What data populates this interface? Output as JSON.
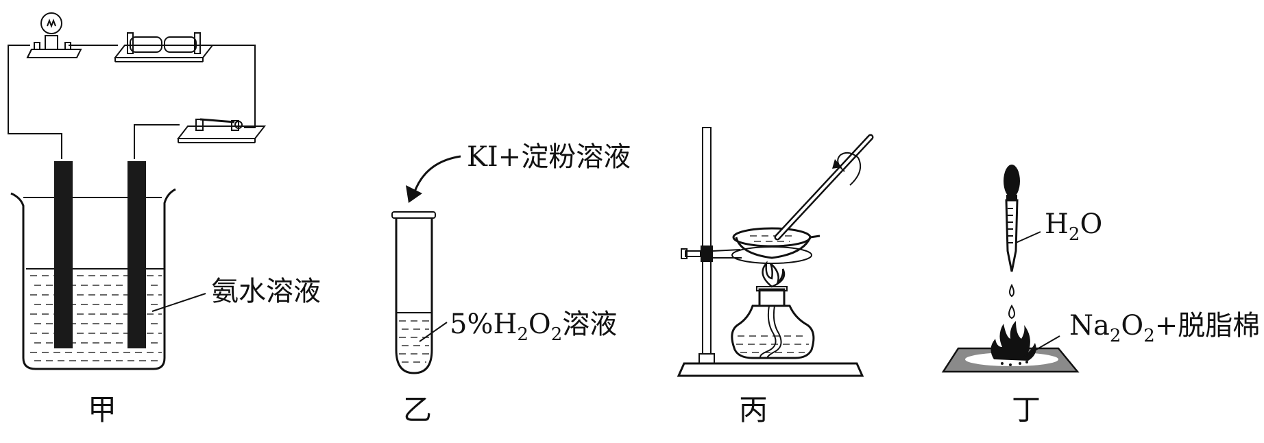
{
  "figure": {
    "jia": {
      "caption": "甲",
      "label": "氨水溶液"
    },
    "yi": {
      "caption": "乙",
      "reagent_label": "KI+淀粉溶液",
      "solution_prefix": "5%H",
      "solution_sub1": "2",
      "solution_mid": "O",
      "solution_sub2": "2",
      "solution_suffix": "溶液"
    },
    "bing": {
      "caption": "丙"
    },
    "ding": {
      "caption": "丁",
      "drop_prefix": "H",
      "drop_sub": "2",
      "drop_suffix": "O",
      "solid_prefix": "Na",
      "solid_sub1": "2",
      "solid_mid": "O",
      "solid_sub2": "2",
      "solid_suffix": "+脱脂棉"
    }
  },
  "colors": {
    "ink": "#111111",
    "electrode": "#1a1a1a",
    "mat": "#8a8a8a",
    "flame": "#111111"
  }
}
